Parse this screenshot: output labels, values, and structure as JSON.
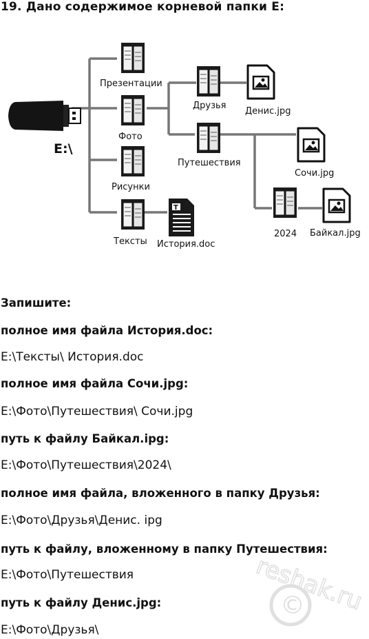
{
  "title": "19. Дано содержимое корневой папки E:",
  "tree": {
    "root": "E:\\",
    "folders": {
      "presentations": "Презентации",
      "photo": "Фото",
      "pictures": "Рисунки",
      "texts": "Тексты",
      "friends": "Друзья",
      "travel": "Путешествия",
      "year": "2024"
    },
    "files": {
      "istoriya": "История.doc",
      "denis": "Денис.jpg",
      "sochi": "Сочи.jpg",
      "baikal": "Байкал.jpg"
    }
  },
  "qa": {
    "heading": "Запишите:",
    "items": [
      {
        "q": "полное имя файла История.doc:",
        "a": "E:\\Тексты\\ История.doc"
      },
      {
        "q": "полное имя файла Сочи.jpg:",
        "a": "E:\\Фото\\Путешествия\\ Сочи.jpg"
      },
      {
        "q": "путь к файлу Байкал.ipg:",
        "a": "E:\\Фото\\Путешествия\\2024\\"
      },
      {
        "q": "полное имя файла, вложенного в папку Друзья:",
        "a": "E:\\Фото\\Друзья\\Денис. ipg"
      },
      {
        "q": "путь к файлу, вложенному в папку Путешествия:",
        "a": "E:\\Фото\\Путешествия"
      },
      {
        "q": "путь к файлу Денис.jpg:",
        "a": "E:\\Фото\\Друзья\\"
      }
    ]
  },
  "watermark": {
    "text": "reshak.ru",
    "symbol": "©"
  }
}
